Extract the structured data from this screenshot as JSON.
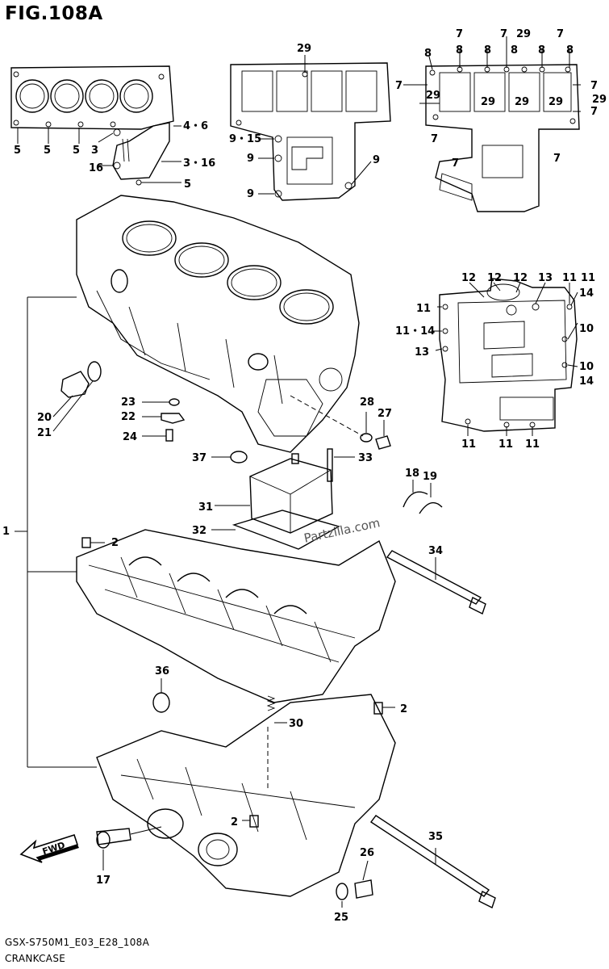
{
  "header": {
    "figure_title": "FIG.108A"
  },
  "footer": {
    "code": "GSX-S750M1_E03_E28_108A",
    "name": "CRANKCASE"
  },
  "watermark": {
    "text": "Partzilla.com"
  },
  "fwd_marker": {
    "text": "FWD"
  },
  "callouts": {
    "c1": "1",
    "c2a": "2",
    "c2b": "2",
    "c2c": "2",
    "c3": "3",
    "c316a": "3・16",
    "c46": "4・6",
    "c5a": "5",
    "c5b": "5",
    "c5c": "5",
    "c5d": "5",
    "c16": "16",
    "c7a": "7",
    "c7b": "7",
    "c7c": "7",
    "c7d": "7",
    "c7e": "7",
    "c7f": "7",
    "c7g": "7",
    "c7h": "7",
    "c7i": "7",
    "c8a": "8",
    "c8b": "8",
    "c8c": "8",
    "c8d": "8",
    "c8e": "8",
    "c8f": "8",
    "c29a": "29",
    "c29b": "29",
    "c29c": "29",
    "c29d": "29",
    "c29e": "29",
    "c29f": "29",
    "c29g": "29",
    "c915": "9・15",
    "c9a": "9",
    "c9b": "9",
    "c9c": "9",
    "c12a": "12",
    "c12b": "12",
    "c12c": "12",
    "c13a": "13",
    "c13b": "13",
    "c11a": "11",
    "c11b": "11",
    "c11c": "11",
    "c11d": "11",
    "c11e": "11",
    "c11f": "11",
    "c1114": "11・14",
    "c14a": "14",
    "c14b": "14",
    "c10a": "10",
    "c10b": "10",
    "c20": "20",
    "c21": "21",
    "c22": "22",
    "c23": "23",
    "c24": "24",
    "c25": "25",
    "c26": "26",
    "c27": "27",
    "c28": "28",
    "c17": "17",
    "c18": "18",
    "c19": "19",
    "c30": "30",
    "c31": "31",
    "c32": "32",
    "c33": "33",
    "c34": "34",
    "c35": "35",
    "c36": "36",
    "c37": "37"
  }
}
